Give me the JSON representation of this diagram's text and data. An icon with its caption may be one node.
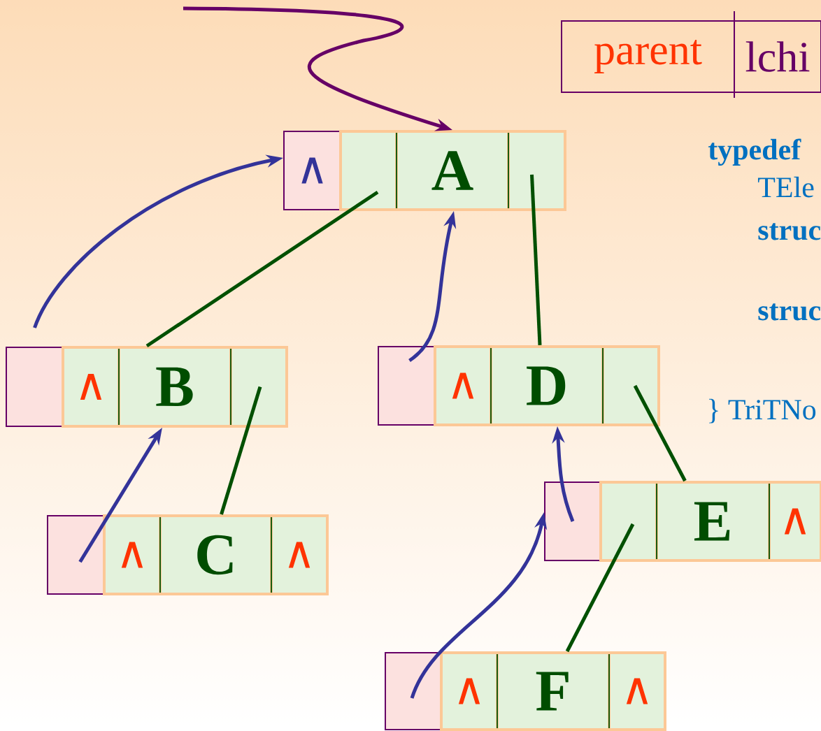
{
  "diagram": {
    "nodes": [
      {
        "text": [
          "parent"
        ]
      },
      {
        "text": [
          "lchi"
        ]
      },
      {
        "text": [
          "∧"
        ]
      },
      {
        "text": [],
        "shape": "box"
      },
      {
        "text": [
          "A"
        ]
      },
      {
        "text": [],
        "shape": "box"
      },
      {
        "text": [],
        "shape": "box"
      },
      {
        "text": [
          "∧"
        ]
      },
      {
        "text": [
          "B"
        ]
      },
      {
        "text": [],
        "shape": "box"
      },
      {
        "text": [],
        "shape": "box"
      },
      {
        "text": [
          "∧"
        ]
      },
      {
        "text": [
          "D"
        ]
      },
      {
        "text": [],
        "shape": "box"
      },
      {
        "text": [],
        "shape": "box"
      },
      {
        "text": [
          "∧"
        ]
      },
      {
        "text": [
          "C"
        ]
      },
      {
        "text": [
          "∧"
        ]
      },
      {
        "text": [],
        "shape": "box"
      },
      {
        "text": [],
        "shape": "box"
      },
      {
        "text": [
          "E"
        ]
      },
      {
        "text": [
          "∧"
        ]
      },
      {
        "text": [],
        "shape": "box"
      },
      {
        "text": [
          "∧"
        ]
      },
      {
        "text": [
          "F"
        ]
      },
      {
        "text": [
          "∧"
        ]
      }
    ],
    "edges": [
      {
        "from": null,
        "to": 4,
        "arrow": "to",
        "color": "#660066"
      },
      {
        "from": 3,
        "to": 8,
        "arrow": "none"
      },
      {
        "from": 5,
        "to": 12,
        "arrow": "none"
      },
      {
        "from": 9,
        "to": 16,
        "arrow": "none"
      },
      {
        "from": 13,
        "to": 20,
        "arrow": "none"
      },
      {
        "from": 19,
        "to": 24,
        "arrow": "none"
      },
      {
        "from": 6,
        "to": 2,
        "arrow": "to",
        "color": "#333399"
      },
      {
        "from": 14,
        "to": 8,
        "arrow": "to",
        "color": "#333399"
      },
      {
        "from": 10,
        "to": 4,
        "arrow": "to",
        "color": "#333399"
      },
      {
        "from": 18,
        "to": 12,
        "arrow": "to",
        "color": "#333399"
      },
      {
        "from": 22,
        "to": 18,
        "arrow": "to",
        "color": "#333399"
      }
    ],
    "labels": [
      "typedef",
      "TEle",
      "struc",
      "struc",
      "} TriTNo"
    ]
  }
}
